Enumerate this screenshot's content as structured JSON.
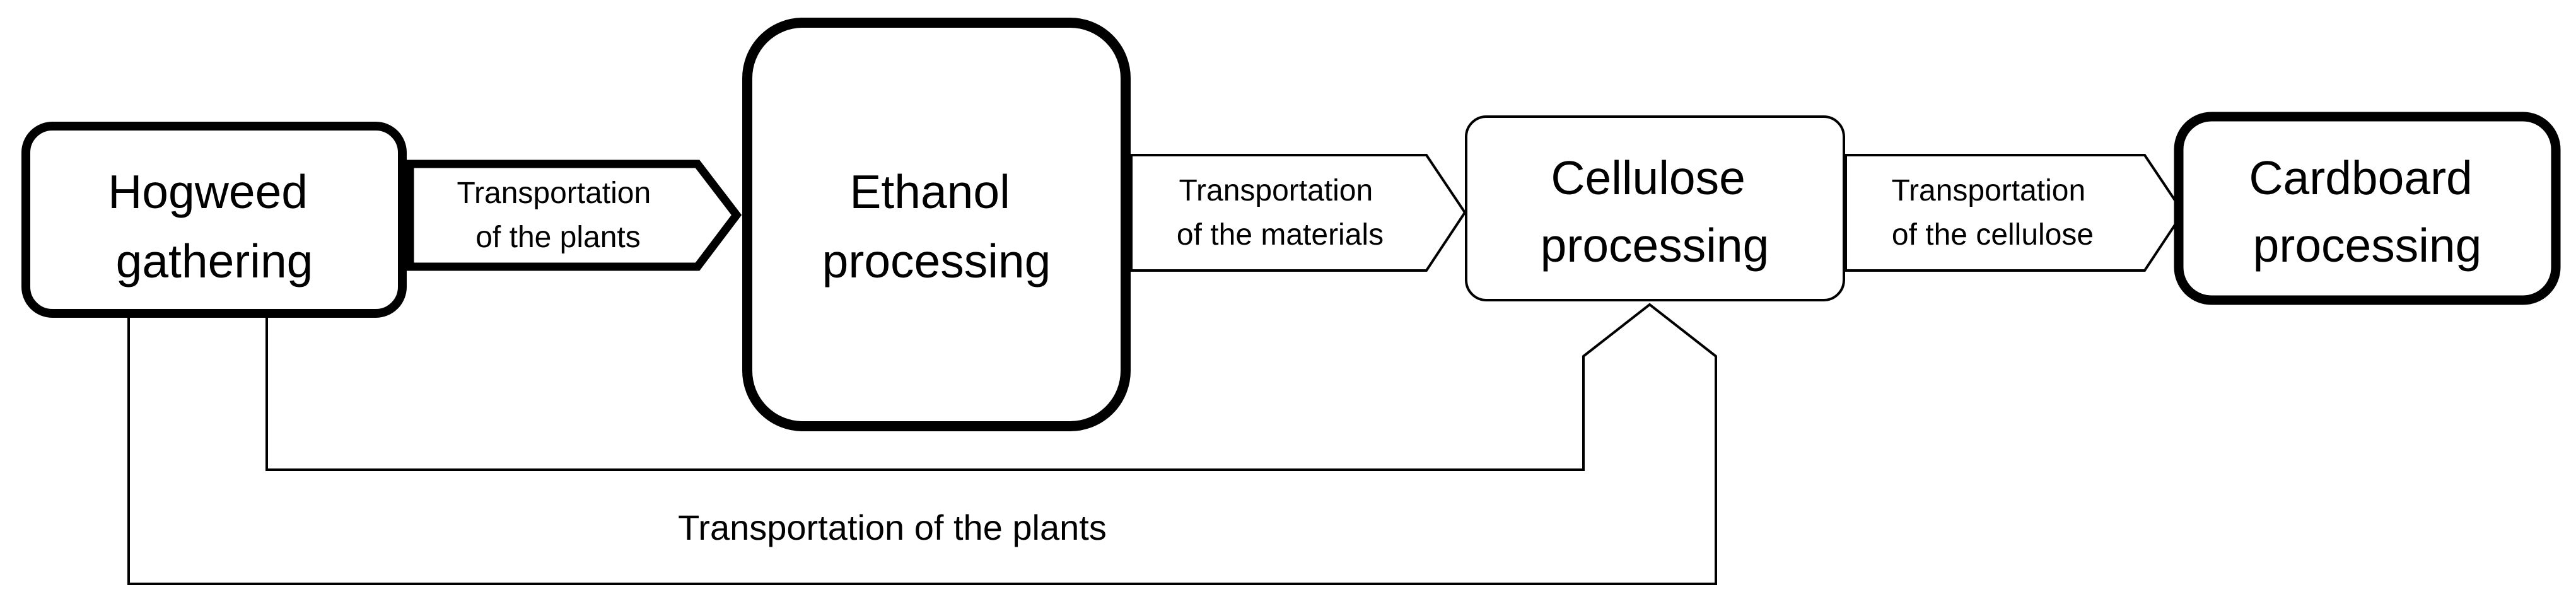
{
  "colors": {
    "background": "#ffffff",
    "stroke": "#000000",
    "text": "#000000"
  },
  "diagram": {
    "nodes": [
      {
        "id": "hogweed-gathering",
        "line1": "Hogweed",
        "line2": "gathering"
      },
      {
        "id": "ethanol-processing",
        "line1": "Ethanol",
        "line2": "processing"
      },
      {
        "id": "cellulose-processing",
        "line1": "Cellulose",
        "line2": "processing"
      },
      {
        "id": "cardboard-processing",
        "line1": "Cardboard",
        "line2": "processing"
      }
    ],
    "edges": [
      {
        "id": "hogweed-to-ethanol",
        "style": "thick",
        "line1": "Transportation",
        "line2": "of the plants"
      },
      {
        "id": "ethanol-to-cellulose",
        "style": "thin",
        "line1": "Transportation",
        "line2": "of the materials"
      },
      {
        "id": "cellulose-to-cardboard",
        "style": "thin",
        "line1": "Transportation",
        "line2": "of the cellulose"
      },
      {
        "id": "hogweed-to-cellulose-return",
        "style": "thin-routed",
        "label": "Transportation of the plants"
      }
    ]
  }
}
